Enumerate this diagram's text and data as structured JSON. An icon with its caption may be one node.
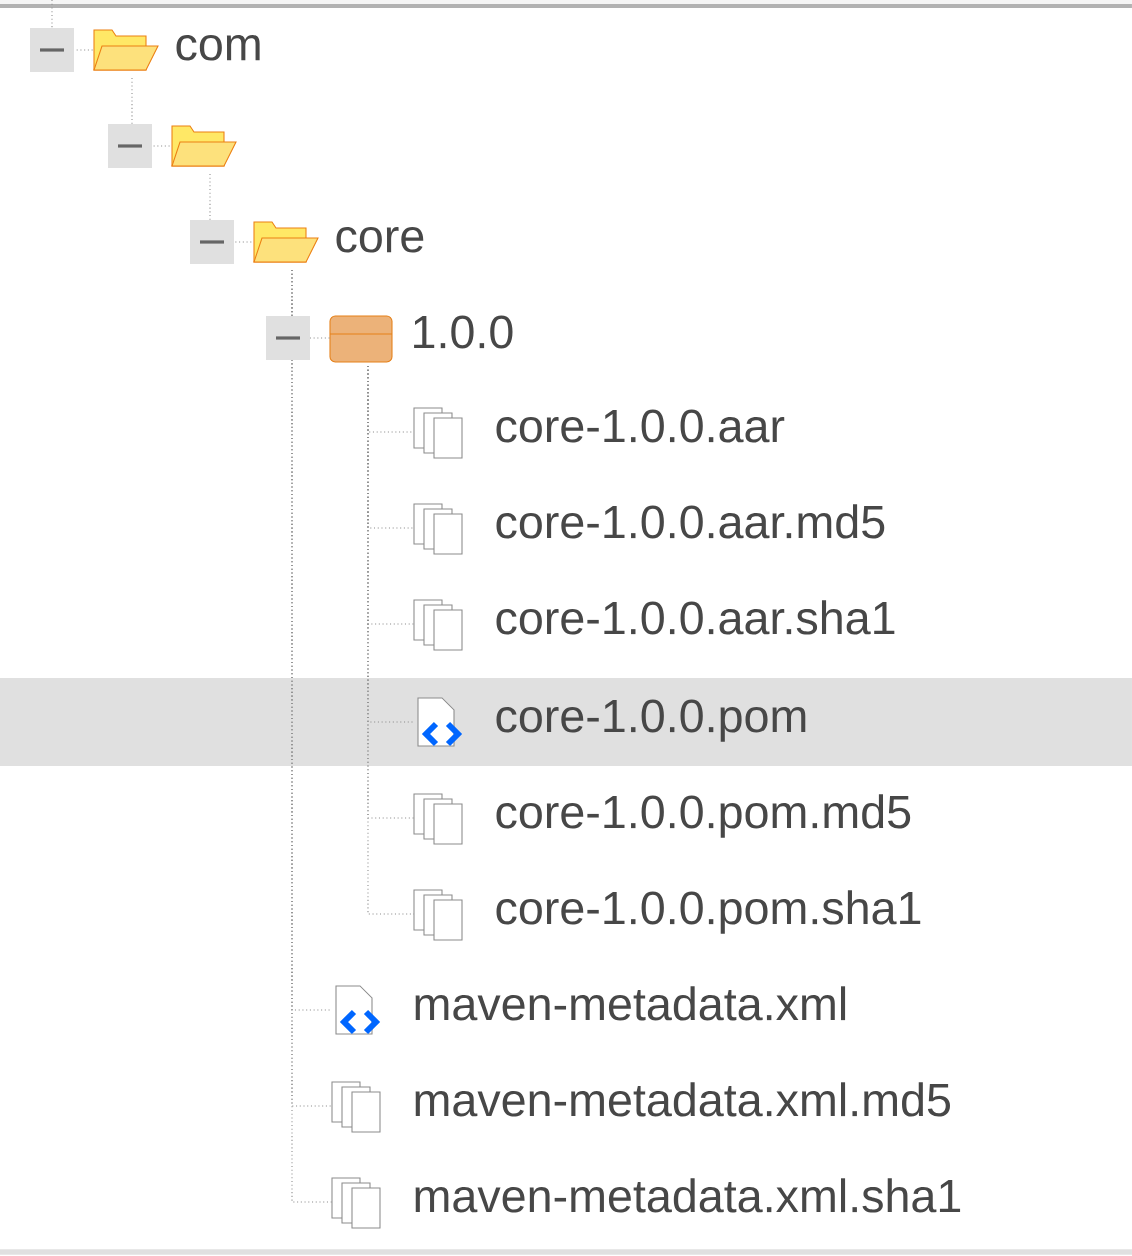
{
  "diagram": {
    "nodes": [
      {
        "text": [
          "com"
        ]
      },
      {
        "text": [],
        "shape": "folder"
      },
      {
        "text": [
          "core"
        ]
      },
      {
        "text": [
          "1.0.0"
        ]
      },
      {
        "text": [
          "core-1.0.0.aar"
        ]
      },
      {
        "text": [
          "core-1.0.0.aar.md5"
        ]
      },
      {
        "text": [
          "core-1.0.0.aar.sha1"
        ]
      },
      {
        "text": [
          "core-1.0.0.pom"
        ]
      },
      {
        "text": [
          "core-1.0.0.pom.md5"
        ]
      },
      {
        "text": [
          "core-1.0.0.pom.sha1"
        ]
      },
      {
        "text": [
          "maven-metadata.xml"
        ]
      },
      {
        "text": [
          "maven-metadata.xml.md5"
        ]
      },
      {
        "text": [
          "maven-metadata.xml.sha1"
        ]
      }
    ],
    "edges": [
      {
        "from": null,
        "to": 0,
        "arrow": "none"
      },
      {
        "from": 0,
        "to": 1,
        "arrow": "none"
      },
      {
        "from": 1,
        "to": 2,
        "arrow": "none"
      },
      {
        "from": 2,
        "to": 3,
        "arrow": "none"
      },
      {
        "from": 3,
        "to": 4,
        "arrow": "none"
      },
      {
        "from": 3,
        "to": 5,
        "arrow": "none"
      },
      {
        "from": 3,
        "to": 6,
        "arrow": "none"
      },
      {
        "from": 3,
        "to": 7,
        "arrow": "none"
      },
      {
        "from": 3,
        "to": 8,
        "arrow": "none"
      },
      {
        "from": 3,
        "to": 9,
        "arrow": "none"
      },
      {
        "from": 2,
        "to": 10,
        "arrow": "none"
      },
      {
        "from": 2,
        "to": 11,
        "arrow": "none"
      },
      {
        "from": 2,
        "to": 12,
        "arrow": "none"
      }
    ]
  }
}
